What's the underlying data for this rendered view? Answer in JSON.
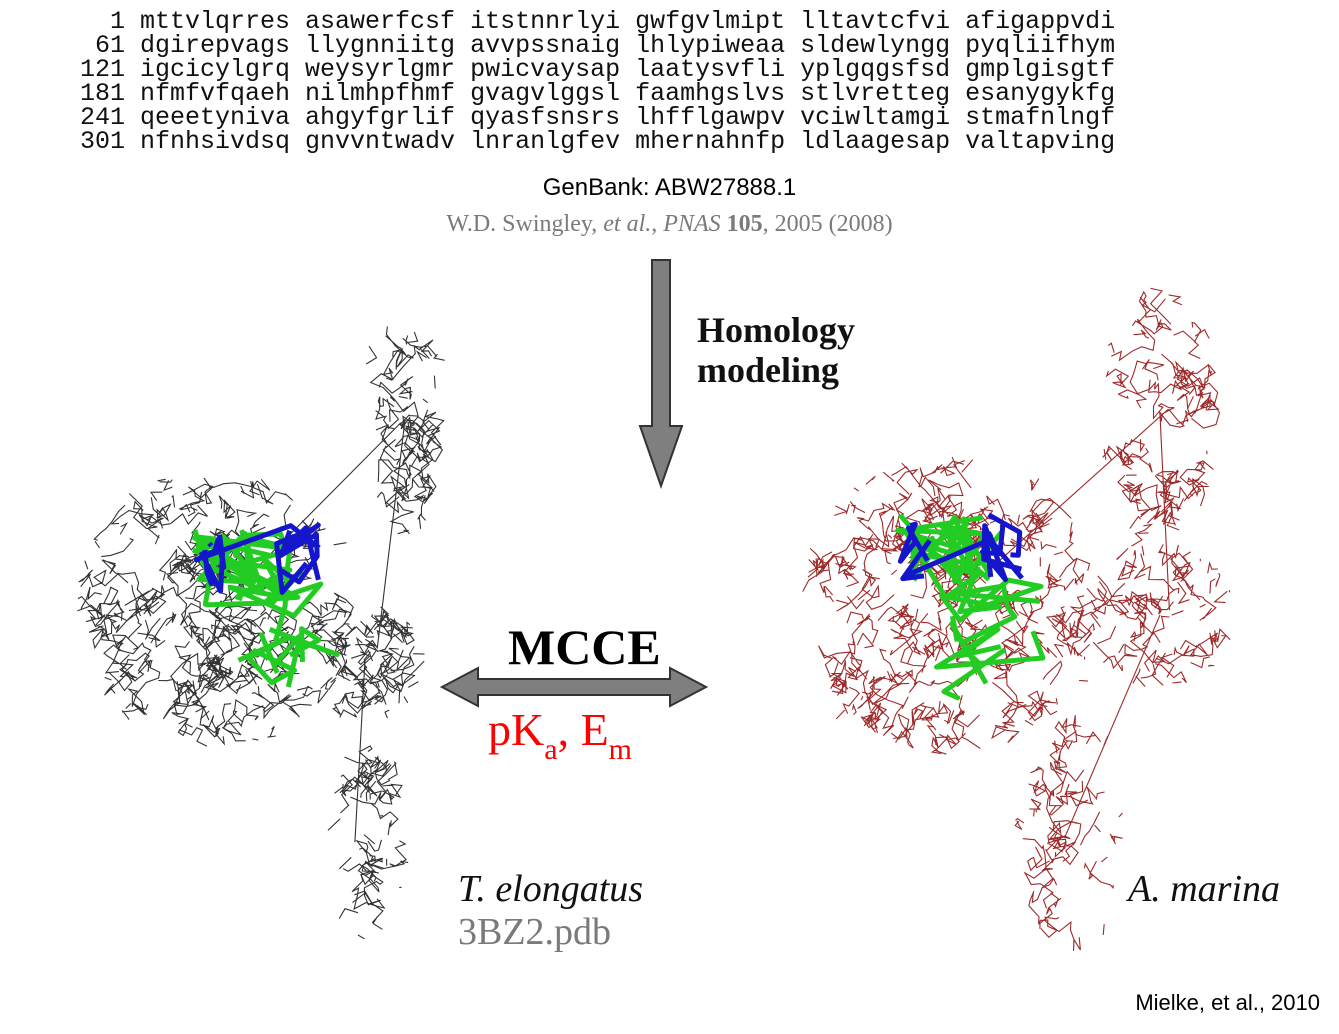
{
  "sequence": [
    {
      "num": "1",
      "blocks": [
        "mttvlqrres",
        "asawerfcsf",
        "itstnnrlyi",
        "gwfgvlmipt",
        "lltavtcfvi",
        "afigappvdi"
      ]
    },
    {
      "num": "61",
      "blocks": [
        "dgirepvags",
        "llygnniitg",
        "avvpssnaig",
        "lhlypiweaa",
        "sldewlyngg",
        "pyqliifhym"
      ]
    },
    {
      "num": "121",
      "blocks": [
        "igcicylgrq",
        "weysyrlgmr",
        "pwicvaysap",
        "laatysvfli",
        "yplgqgsfsd",
        "gmplgisgtf"
      ]
    },
    {
      "num": "181",
      "blocks": [
        "nfmfvfqaeh",
        "nilmhpfhmf",
        "gvagvlggsl",
        "faamhgslvs",
        "stlvretteg",
        "esanygykfg"
      ]
    },
    {
      "num": "241",
      "blocks": [
        "qeeetyniva",
        "ahgyfgrlif",
        "qyasfsnsrs",
        "lhfflgawpv",
        "vciwltamgi",
        "stmafnlngf"
      ]
    },
    {
      "num": "301",
      "blocks": [
        "nfnhsivdsq",
        "gnvvntwadv",
        "lnranlgfev",
        "mhernahnfp",
        "ldlaagesap",
        "valtapving"
      ]
    }
  ],
  "genbank": "GenBank: ABW27888.1",
  "citation": {
    "authors": "W.D. Swingley, ",
    "etal": "et al.",
    "sep1": ", ",
    "journal": "PNAS",
    "sep2": " ",
    "volume": "105",
    "rest": ", 2005 (2008)"
  },
  "homology": {
    "line1": "Homology",
    "line2": "modeling"
  },
  "mcce": "MCCE",
  "pk": {
    "p": "pK",
    "a": "a",
    "comma": ", E",
    "m": "m"
  },
  "left_structure": {
    "species": "T. elongatus",
    "pdb": "3BZ2.pdb",
    "color": "#333333"
  },
  "right_structure": {
    "species": "A. marina",
    "color": "#9c2a2a"
  },
  "ligand_colors": {
    "green": "#22cc22",
    "blue": "#1515cc"
  },
  "arrow_color": "#7f7f7f",
  "reference": "Mielke, et al., 2010"
}
